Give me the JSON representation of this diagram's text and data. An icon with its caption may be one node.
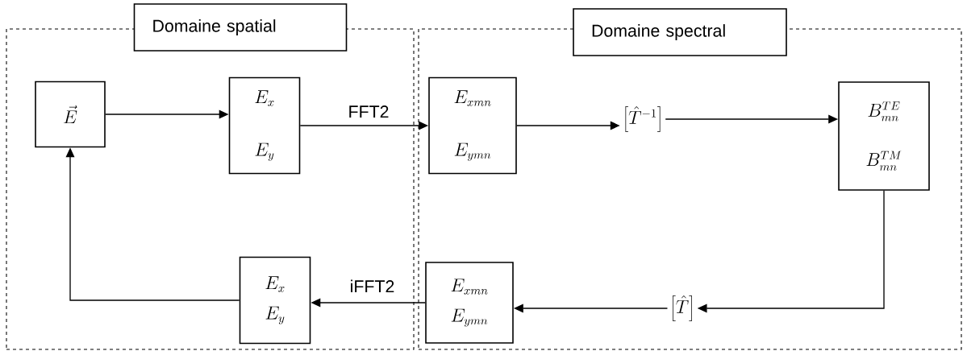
{
  "diagram": {
    "nodes": [
      {
        "text": [
          "Domaine spatial"
        ]
      },
      {
        "text": [
          "Domaine spectral"
        ]
      },
      {
        "text": [
          "\\vec{E}"
        ],
        "in": 0
      },
      {
        "text": [
          "E_x",
          "E_y"
        ],
        "in": 0
      },
      {
        "text": [
          "E_{xmn}",
          "E_{ymn}"
        ],
        "in": 1
      },
      {
        "text": [
          "\\left[\\hat{T}^{-1}\\right]"
        ],
        "in": 1
      },
      {
        "text": [
          "B_{mn}^{TE}",
          "B_{mn}^{TM}"
        ],
        "in": 1
      },
      {
        "text": [
          "\\left[\\hat{T}\\right]"
        ],
        "in": 1
      },
      {
        "text": [
          "E_{xmn}",
          "E_{ymn}"
        ],
        "in": 1
      },
      {
        "text": [
          "E_x",
          "E_y"
        ],
        "in": 0
      }
    ],
    "edges": [
      {
        "from": 2,
        "to": 3,
        "arrow": "to"
      },
      {
        "from": 3,
        "to": 4,
        "arrow": "to",
        "label": "FFT2"
      },
      {
        "from": 4,
        "to": 5,
        "arrow": "to"
      },
      {
        "from": 5,
        "to": 6,
        "arrow": "to"
      },
      {
        "from": 6,
        "to": 7,
        "arrow": "to"
      },
      {
        "from": 7,
        "to": 8,
        "arrow": "to"
      },
      {
        "from": 8,
        "to": 9,
        "arrow": "to",
        "label": "iFFT2"
      },
      {
        "from": 9,
        "to": 2,
        "arrow": "to"
      }
    ]
  }
}
